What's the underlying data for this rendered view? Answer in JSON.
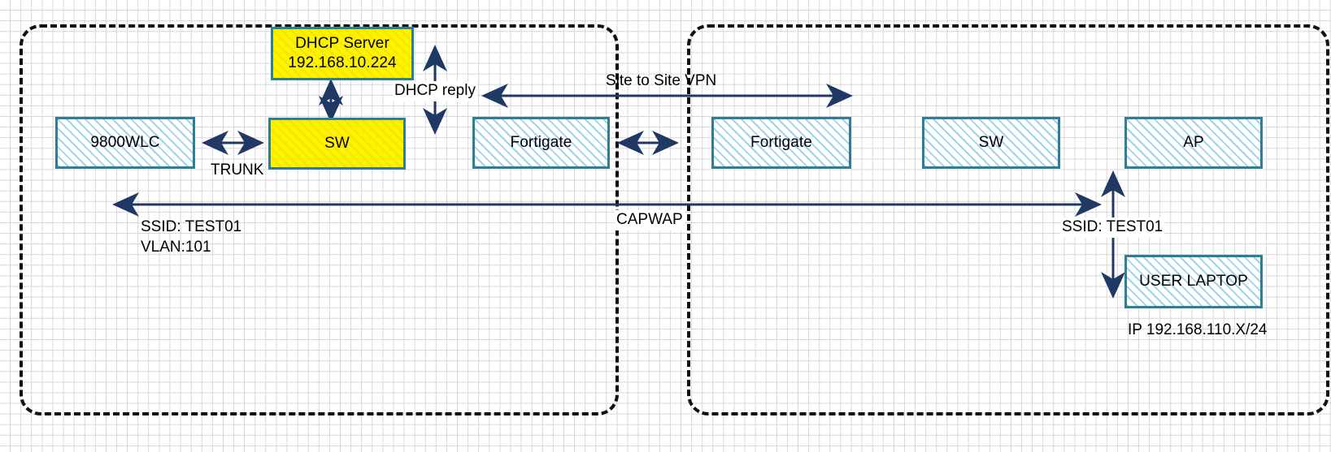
{
  "diagram": {
    "title": "Wireless CAPWAP over Site-to-Site VPN network diagram",
    "colors": {
      "node_border": "#2e7f93",
      "node_hatch_blue": "#9fd4e8",
      "node_fill_yellow": "#fff200",
      "arrow": "#1f3864",
      "container_border": "#111111",
      "grid": "#d6d6d6"
    },
    "sites": [
      {
        "id": "site-left",
        "label": ""
      },
      {
        "id": "site-right",
        "label": ""
      }
    ],
    "nodes": [
      {
        "id": "wlc",
        "label": "9800WLC",
        "style": "hatch-blue"
      },
      {
        "id": "dhcp",
        "label": "DHCP Server\n192.168.10.224",
        "style": "hatch-yellow"
      },
      {
        "id": "sw-left",
        "label": "SW",
        "style": "hatch-yellow"
      },
      {
        "id": "fortigate-left",
        "label": "Fortigate",
        "style": "hatch-blue"
      },
      {
        "id": "fortigate-right",
        "label": "Fortigate",
        "style": "hatch-blue"
      },
      {
        "id": "sw-right",
        "label": "SW",
        "style": "hatch-blue"
      },
      {
        "id": "ap",
        "label": "AP",
        "style": "hatch-blue"
      },
      {
        "id": "laptop",
        "label": "USER LAPTOP",
        "style": "hatch-blue"
      }
    ],
    "labels": {
      "dhcp_reply": "DHCP reply",
      "trunk": "TRUNK",
      "site_to_site_vpn": "Site to Site VPN",
      "capwap": "CAPWAP",
      "ssid_vlan_left": "SSID: TEST01\nVLAN:101",
      "ssid_right": "SSID: TEST01",
      "laptop_ip": "IP 192.168.110.X/24"
    }
  }
}
